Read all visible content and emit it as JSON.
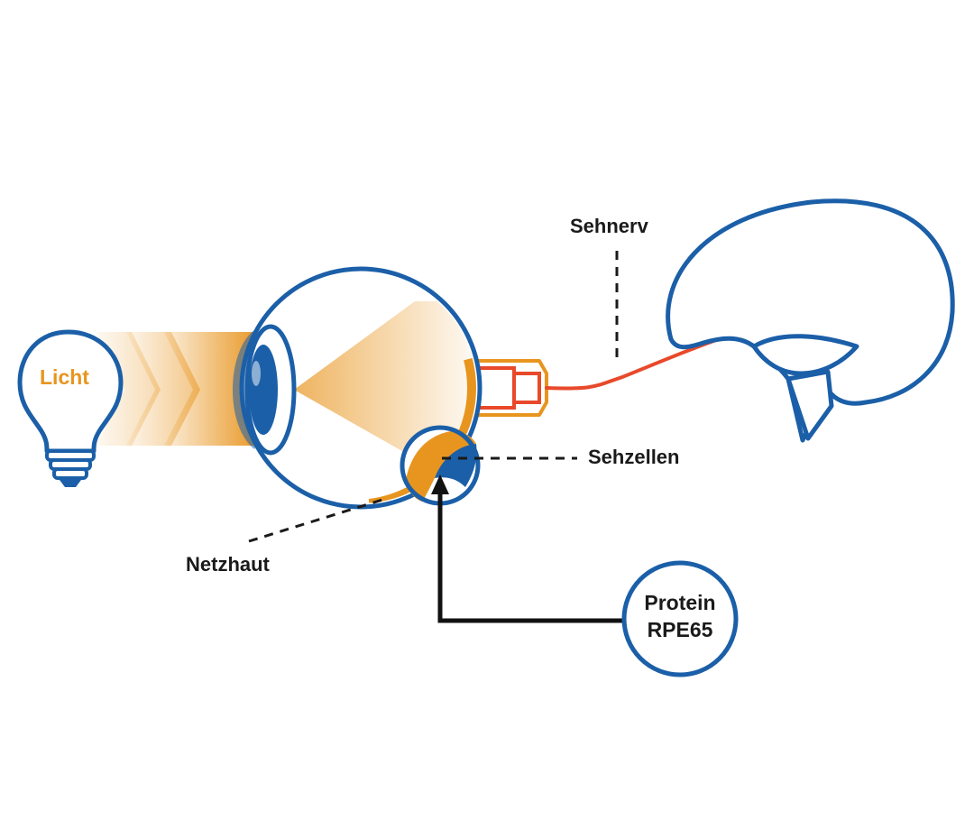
{
  "colors": {
    "outline_blue": "#1b5fa8",
    "light_orange": "#e8951f",
    "nerve_red": "#e8492a",
    "leader_black": "#1a1a1a"
  },
  "icons": {
    "bulb": "lightbulb-icon",
    "eye": "eye-icon",
    "brain": "brain-icon"
  },
  "labels": {
    "light": "Licht",
    "optic_nerve": "Sehnerv",
    "photoreceptors": "Sehzellen",
    "retina": "Netzhaut",
    "protein_line1": "Protein",
    "protein_line2": "RPE65"
  }
}
